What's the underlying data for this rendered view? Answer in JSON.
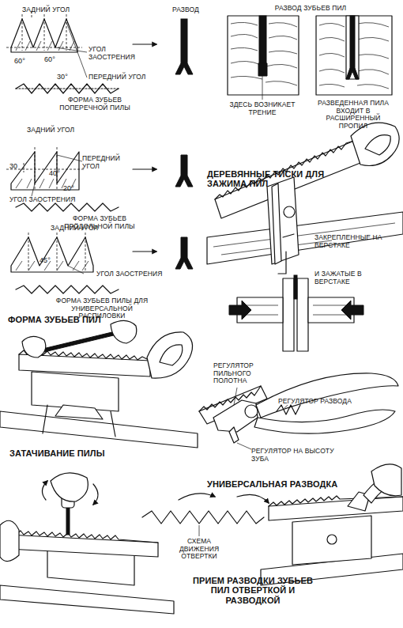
{
  "diagram": {
    "labels": [
      "ЗАДНИЙ УГОЛ",
      "60°",
      "60°",
      "30°",
      "УГОЛ ЗАОСТРЕНИЯ",
      "ПЕРЕДНИЙ УГОЛ",
      "РАЗВОД",
      "ФОРМА ЗУБЬЕВ ПОПЕРЕЧНОЙ ПИЛЫ",
      "РАЗВОД ЗУБЬЕВ ПИЛ",
      "ЗДЕСЬ ВОЗНИКАЕТ ТРЕНИЕ",
      "РАЗВЕДЕННАЯ ПИЛА ВХОДИТ В РАСШИРЕННЫЙ ПРОПИЛ",
      "ЗАДНИЙ УГОЛ",
      "30",
      "40°",
      "20°",
      "ПЕРЕДНИЙ УГОЛ",
      "УГОЛ ЗАОСТРЕНИЯ",
      "ФОРМА ЗУБЬЕВ ПРОДОЛЬНОЙ ПИЛЫ",
      "ДЕРЕВЯННЫЕ ТИСКИ ДЛЯ ЗАЖИМА ПИЛ",
      "ЗАДНИЙ УГОЛ",
      "45°",
      "УГОЛ ЗАОСТРЕНИЯ",
      "ФОРМА ЗУБЬЕВ ПИЛЫ ДЛЯ УНИВЕРСАЛЬНОЙ РАСПИЛОВКИ",
      "ЗАКРЕПЛЕННЫЕ НА ВЕРСТАКЕ",
      "И ЗАЖАТЫЕ В ВЕРСТАКЕ",
      "ФОРМА ЗУБЬЕВ ПИЛ",
      "РЕГУЛЯТОР ПИЛЬНОГО ПОЛОТНА",
      "РЕГУЛЯТОР РАЗВОДА",
      "РЕГУЛЯТОР НА ВЫСОТУ ЗУБА",
      "ЗАТАЧИВАНИЕ ПИЛЫ",
      "УНИВЕРСАЛЬНАЯ РАЗВОДКА",
      "СХЕМА ДВИЖЕНИЯ ОТВЕРТКИ",
      "ПРИЕМ РАЗВОДКИ ЗУБЬЕВ ПИЛ ОТВЕРТКОЙ И РАЗВОДКОЙ"
    ]
  }
}
